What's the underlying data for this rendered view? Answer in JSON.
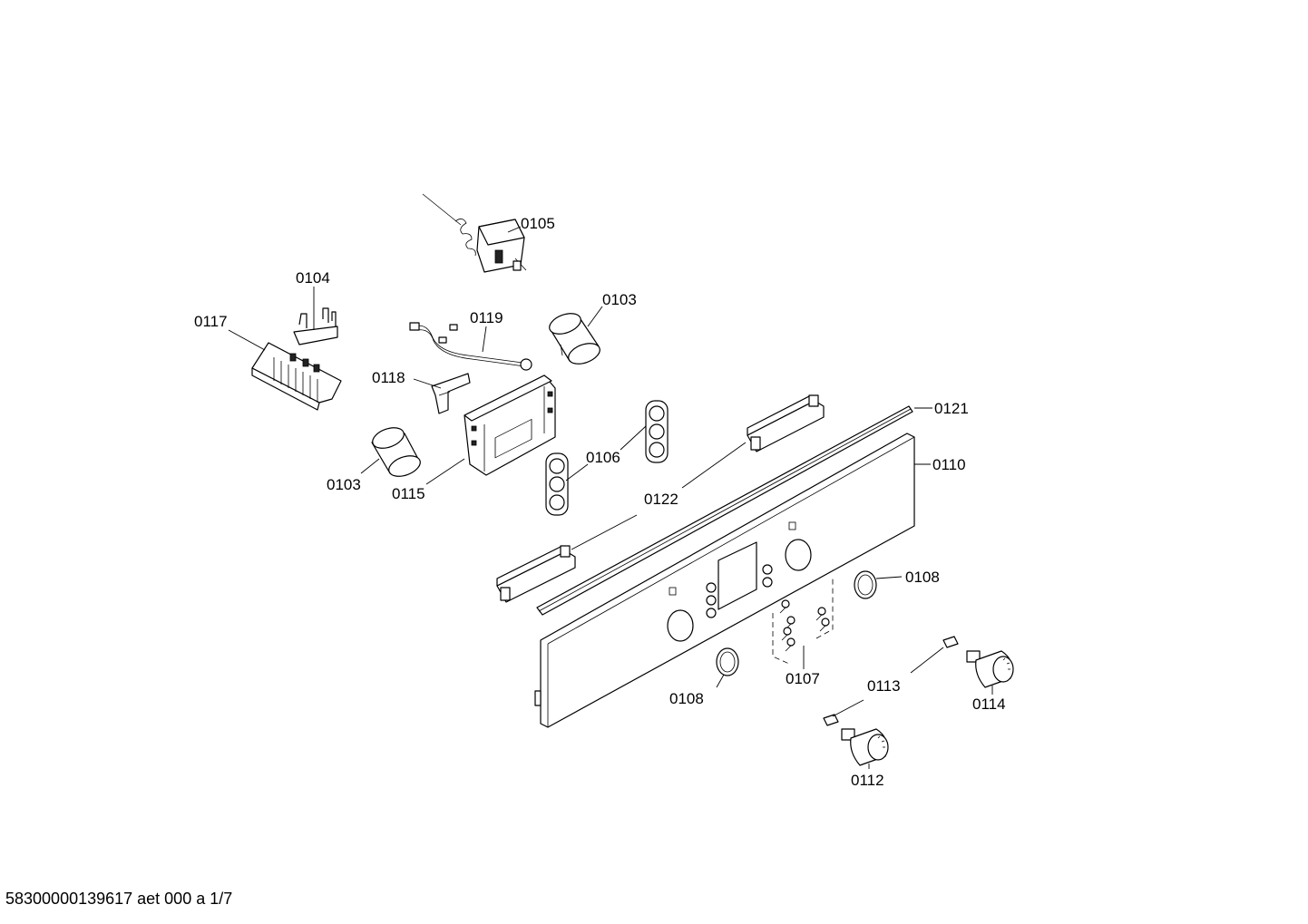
{
  "labels": {
    "p0105": "0105",
    "p0104": "0104",
    "p0117": "0117",
    "p0119": "0119",
    "p0103a": "0103",
    "p0118": "0118",
    "p0103b": "0103",
    "p0115": "0115",
    "p0106": "0106",
    "p0122": "0122",
    "p0121": "0121",
    "p0110": "0110",
    "p0108a": "0108",
    "p0108b": "0108",
    "p0107": "0107",
    "p0113": "0113",
    "p0114": "0114",
    "p0112": "0112"
  },
  "footer": {
    "doc_id": "58300000139617 aet 000 a 1/7"
  }
}
